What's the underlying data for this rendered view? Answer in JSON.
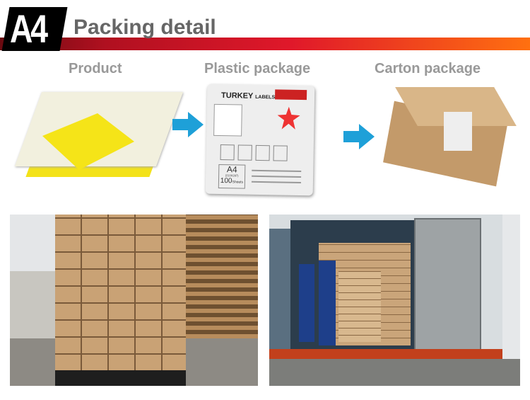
{
  "header": {
    "badge": "A4",
    "title": "Packing detail",
    "bar_colors": [
      "#6a0a10",
      "#e0182a",
      "#ff7010"
    ]
  },
  "steps": [
    {
      "label": "Product"
    },
    {
      "label": "Plastic package"
    },
    {
      "label": "Carton package"
    }
  ],
  "package": {
    "brand": "TURKEY",
    "brand_sub": "LABELS",
    "size": "A4",
    "size_mm": "(210X297)",
    "count": "100",
    "count_unit": "Sheets"
  },
  "arrow_color": "#1ea0d8"
}
